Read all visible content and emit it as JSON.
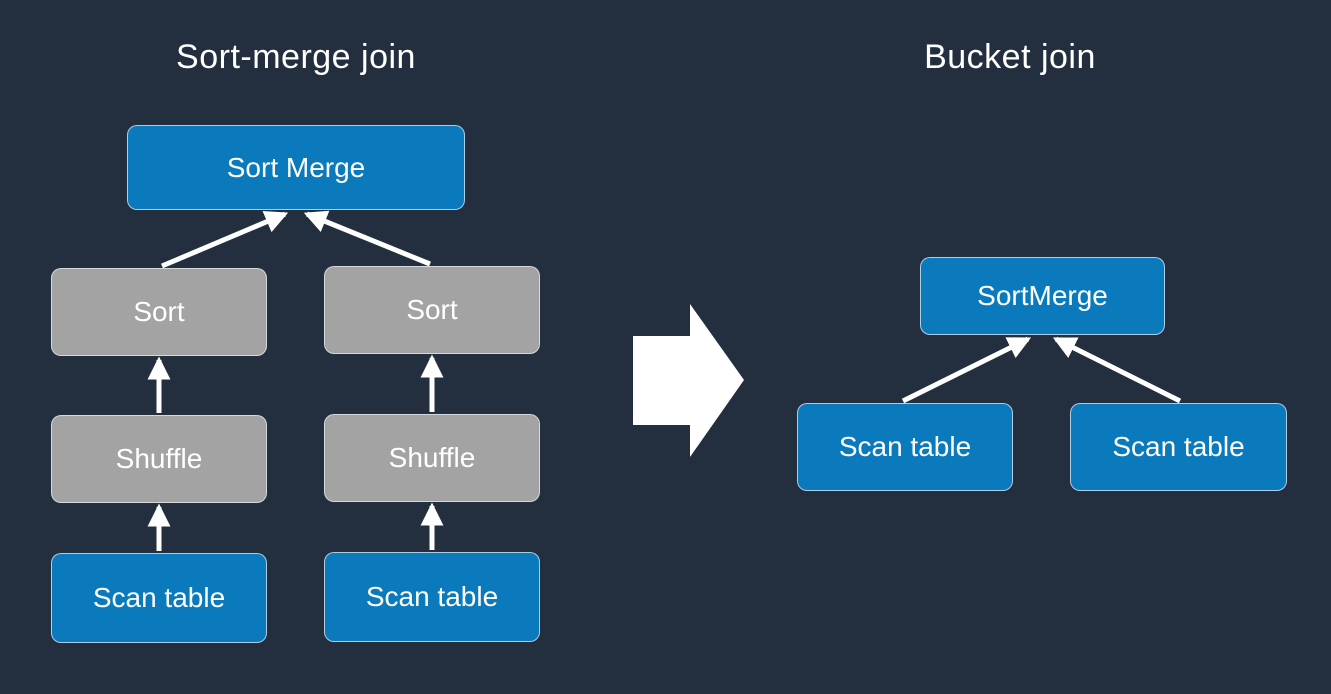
{
  "colors": {
    "background": "#232f3e",
    "node_blue": "#0a7abd",
    "node_gray": "#a3a3a3",
    "arrow": "#ffffff",
    "text": "#ffffff"
  },
  "left_diagram": {
    "title": "Sort-merge join",
    "root": "Sort Merge",
    "sort_left": "Sort",
    "sort_right": "Sort",
    "shuffle_left": "Shuffle",
    "shuffle_right": "Shuffle",
    "scan_left": "Scan table",
    "scan_right": "Scan table"
  },
  "right_diagram": {
    "title": "Bucket join",
    "root": "SortMerge",
    "scan_left": "Scan table",
    "scan_right": "Scan table"
  },
  "icons": {
    "transform_arrow": "right-block-arrow"
  }
}
